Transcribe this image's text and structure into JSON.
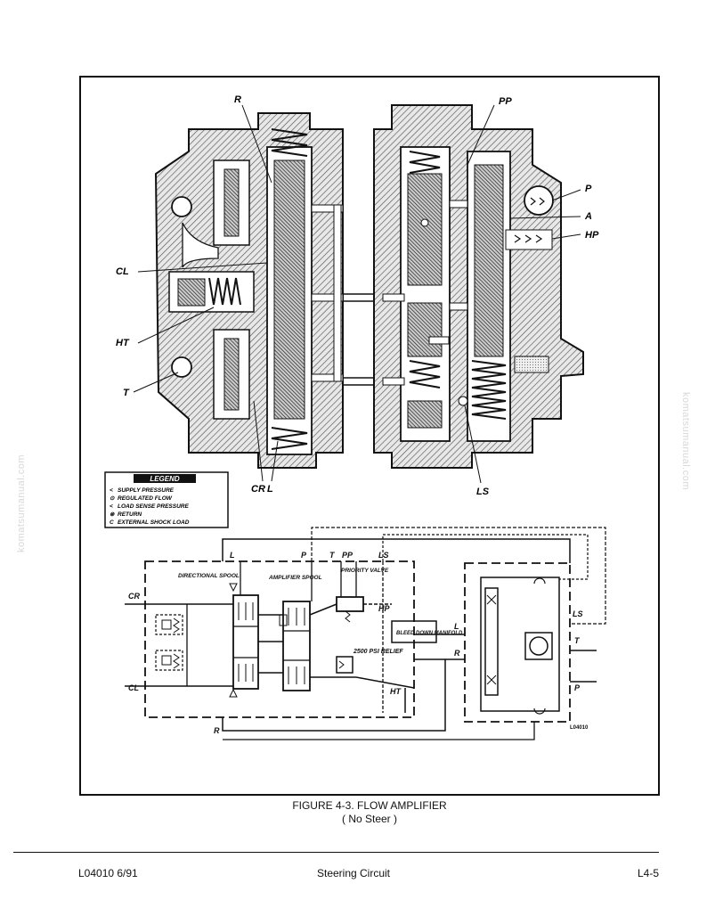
{
  "figure": {
    "caption_title": "FIGURE 4-3. FLOW AMPLIFIER",
    "caption_subtitle": "( No Steer )",
    "drawing_number": "L04010"
  },
  "cross_section_labels": {
    "R": "R",
    "PP": "PP",
    "P": "P",
    "A": "A",
    "HP": "HP",
    "CL": "CL",
    "HT": "HT",
    "T": "T",
    "CR": "CR",
    "L": "L",
    "LS": "LS"
  },
  "legend": {
    "title": "LEGEND",
    "items": [
      {
        "symbol": "<",
        "text": "SUPPLY PRESSURE"
      },
      {
        "symbol": "⊙",
        "text": "REGULATED FLOW"
      },
      {
        "symbol": "<",
        "text": "LOAD SENSE PRESSURE"
      },
      {
        "symbol": "⊗",
        "text": "RETURN"
      },
      {
        "symbol": "C",
        "text": "EXTERNAL SHOCK LOAD"
      }
    ]
  },
  "schematic": {
    "directional_spool": "DIRECTIONAL SPOOL",
    "amplifier_spool": "AMPLIFIER SPOOL",
    "priority_valve": "PRIORITY VALVE",
    "bleed_down_manifold": "BLEED DOWN MANIFOLD",
    "relief": "2500 PSI RELIEF",
    "ports": {
      "L_top": "L",
      "P": "P",
      "T": "T",
      "PP": "PP",
      "LS_top": "LS",
      "CR": "CR",
      "CL": "CL",
      "HP": "HP",
      "HT": "HT",
      "R": "R",
      "L_right": "L",
      "R_right": "R",
      "LS_right": "LS",
      "T_right": "T",
      "P_right": "P"
    }
  },
  "footer": {
    "left": "L04010  6/91",
    "center": "Steering Circuit",
    "right": "L4-5"
  },
  "watermark": "komatsumanual.com"
}
